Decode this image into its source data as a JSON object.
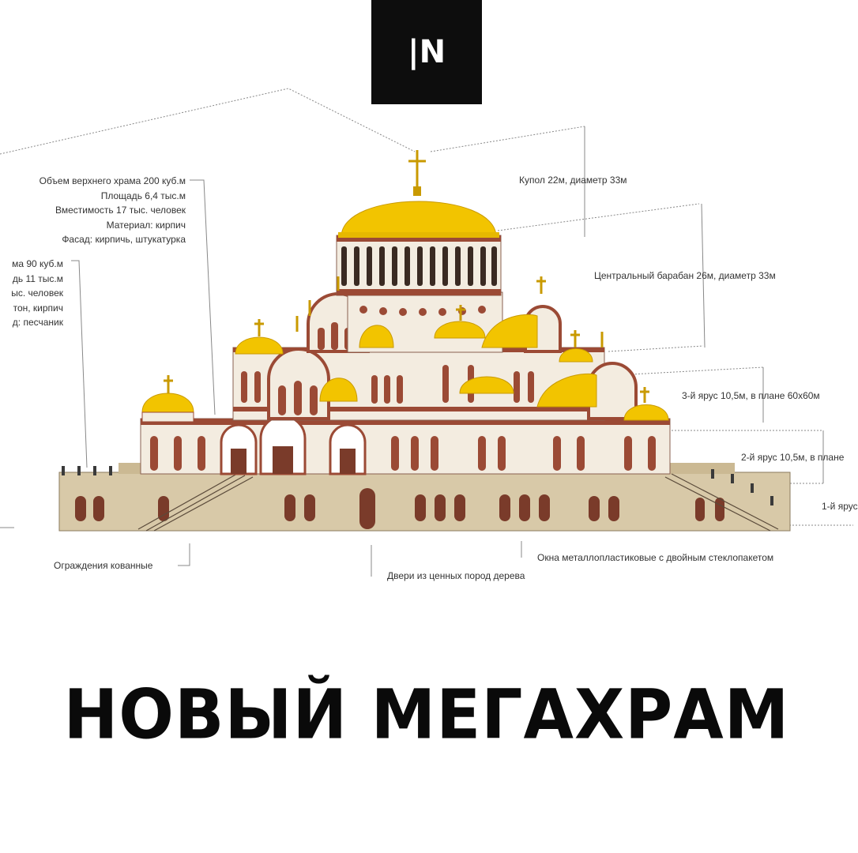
{
  "logo": {
    "icon": "pn-logo-icon",
    "glyph": "|N"
  },
  "annotations": {
    "upper_temple": [
      "Объем верхнего храма 200 куб.м",
      "Площадь 6,4 тыс.м",
      "Вместимость 17 тыс. человек",
      "Материал: кирпич",
      "Фасад: кирпичь, штукатурка"
    ],
    "lower_temple": [
      "ма 90 куб.м",
      "дь 11 тыс.м",
      "ыс. человек",
      "тон, кирпич",
      "д: песчаник"
    ],
    "dome": "Купол 22м, диаметр 33м",
    "drum": "Центральный барабан 26м, диаметр 33м",
    "tier3": "3-й ярус 10,5м, в плане 60х60м",
    "tier2": "2-й ярус 10,5м, в плане",
    "tier1": "1-й ярус",
    "railings": "Ограждения кованные",
    "doors": "Двери из ценных пород дерева",
    "windows": "Окна металлопластиковые с двойным стеклопакетом"
  },
  "colors": {
    "gold": "#f2c400",
    "brick": "#9b4a35",
    "stone": "#d8c9a8",
    "cream": "#f3ece0"
  },
  "headline": "НОВЫЙ МЕГАХРАМ"
}
